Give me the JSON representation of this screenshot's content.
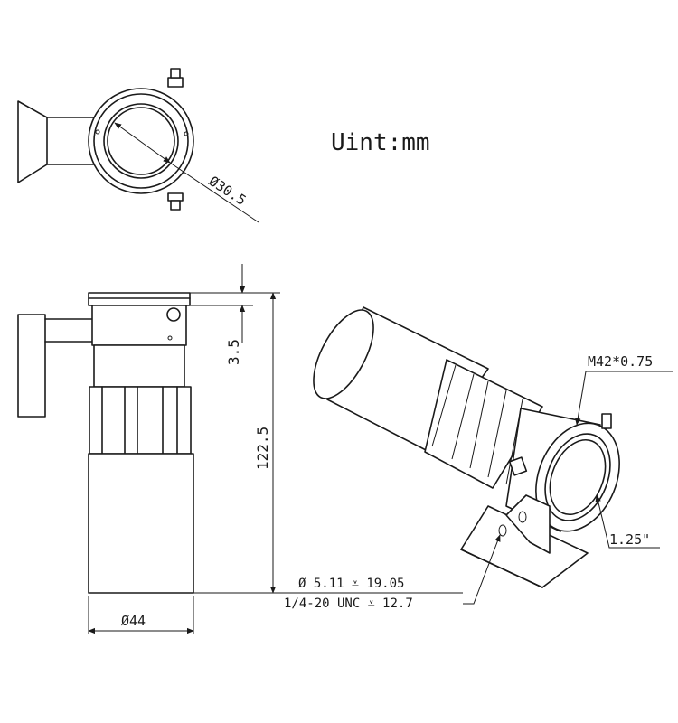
{
  "unit_label": "Uint:mm",
  "dimensions": {
    "top_diameter": "Ø30.5",
    "lip_height": "3.5",
    "total_height": "122.5",
    "body_diameter": "Ø44",
    "thread": "M42*0.75",
    "barrel": "1.25\"",
    "hole_line1": "Ø  5.11  ⩡  19.05",
    "hole_line2": "1/4-20 UNC   ⩡  12.7"
  },
  "colors": {
    "line": "#1a1a1a",
    "background": "#ffffff"
  }
}
